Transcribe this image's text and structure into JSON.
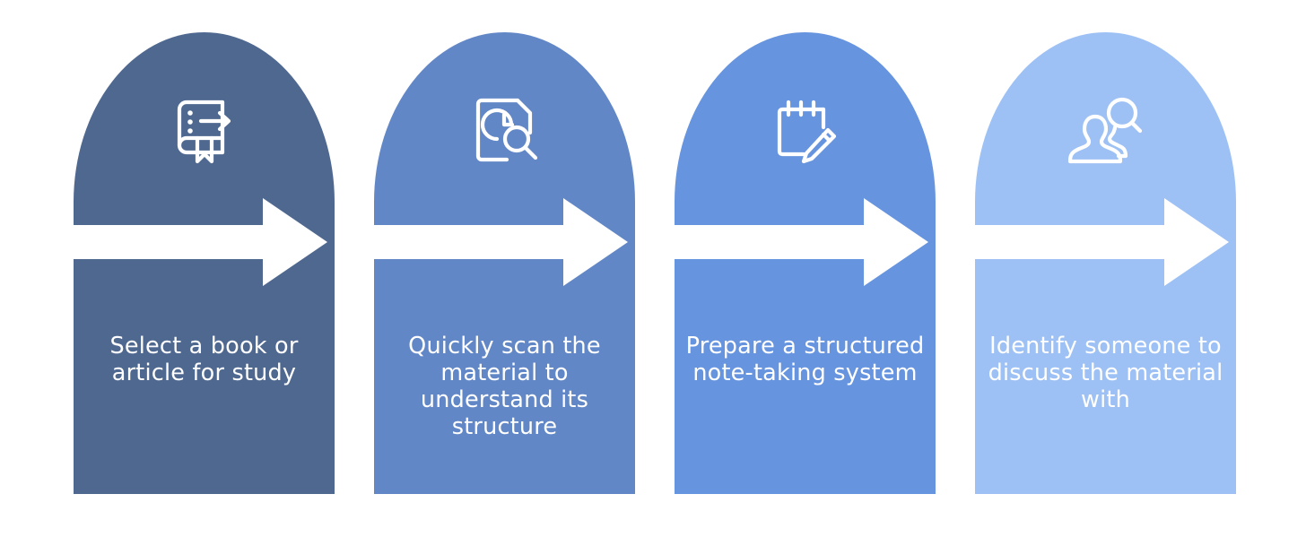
{
  "diagram": {
    "type": "process-flow-arch-steps",
    "background_color": "#ffffff",
    "arrow_color": "#ffffff",
    "text_color": "#ffffff",
    "step_count": 4,
    "steps": [
      {
        "index": 1,
        "color": "#4F6890",
        "icon": "book-bookmark-arrow-icon",
        "caption": "Select a book or\narticle for study"
      },
      {
        "index": 2,
        "color": "#6287C6",
        "icon": "document-clock-search-icon",
        "caption": "Quickly scan the\nmaterial to\nunderstand its\nstructure"
      },
      {
        "index": 3,
        "color": "#6694DF",
        "icon": "notepad-pencil-icon",
        "caption": "Prepare a structured\nnote-taking system"
      },
      {
        "index": 4,
        "color": "#9DC1F5",
        "icon": "people-search-icon",
        "caption": "Identify someone to\ndiscuss the material\nwith"
      }
    ]
  }
}
